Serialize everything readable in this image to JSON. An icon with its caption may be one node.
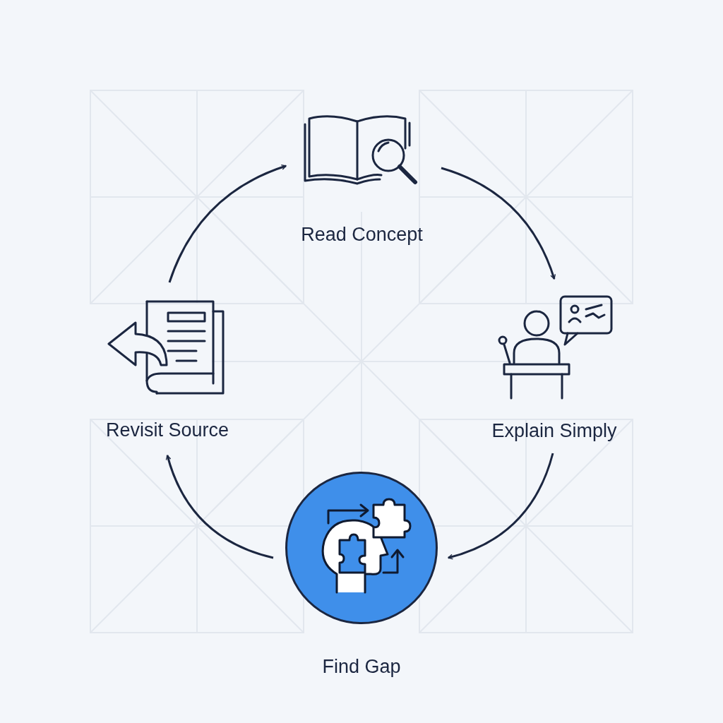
{
  "diagram": {
    "nodes": [
      {
        "text": [
          "Read Concept"
        ]
      },
      {
        "text": [
          "Explain Simply"
        ]
      },
      {
        "text": [
          "Find Gap"
        ]
      },
      {
        "text": [
          "Revisit Source"
        ]
      }
    ],
    "edges": [
      {
        "from": 0,
        "to": 1,
        "arrow": "to"
      },
      {
        "from": 1,
        "to": 2,
        "arrow": "to"
      },
      {
        "from": 2,
        "to": 3,
        "arrow": "to"
      },
      {
        "from": 3,
        "to": 0,
        "arrow": "to"
      }
    ]
  }
}
